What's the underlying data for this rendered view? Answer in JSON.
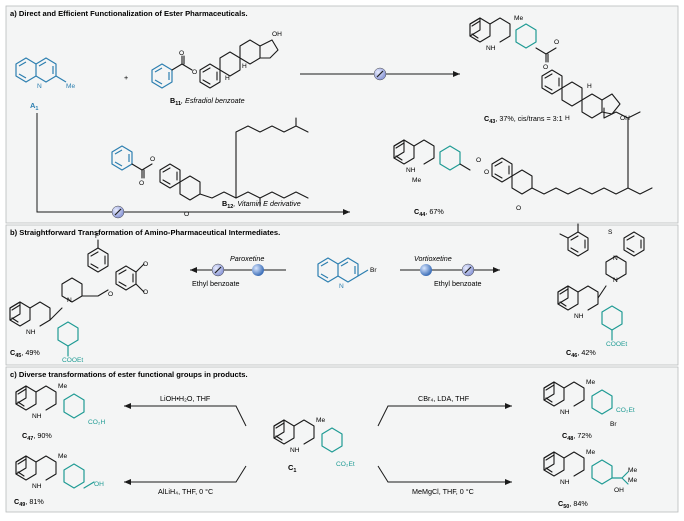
{
  "colors": {
    "teal": "#1f9b94",
    "blue": "#2d7fb0",
    "panel": "#f4f5f5",
    "border": "#b9bcbd",
    "catalyst": "#9da8de",
    "sphere": "#5b8fd0"
  },
  "panels": {
    "a_title": "a) Direct and Efficient Functionalization of Ester Pharmaceuticals.",
    "b_title": "b) Straightforward Transformation of Amino-Pharmaceutical Intermediates.",
    "c_title": "c) Diverse transformations of ester functional groups in products."
  },
  "compounds": {
    "a1": {
      "label": "A",
      "sub": "1"
    },
    "b11": {
      "label": "B",
      "sub": "11",
      "desc": ", Esfradiol benzoate"
    },
    "b12": {
      "label": "B",
      "sub": "12",
      "desc": ", Vitamin E derivative"
    },
    "c43": {
      "label": "C",
      "sub": "43",
      "desc": ", 37%, cis/trans = 3:1"
    },
    "c44": {
      "label": "C",
      "sub": "44",
      "desc": ", 67%"
    },
    "c45": {
      "label": "C",
      "sub": "45",
      "desc": ", 49%"
    },
    "c46": {
      "label": "C",
      "sub": "46",
      "desc": ", 42%"
    },
    "c1": {
      "label": "C",
      "sub": "1"
    },
    "c47": {
      "label": "C",
      "sub": "47",
      "desc": ", 90%"
    },
    "c48": {
      "label": "C",
      "sub": "48",
      "desc": ", 72%"
    },
    "c49": {
      "label": "C",
      "sub": "49",
      "desc": ", 81%"
    },
    "c50": {
      "label": "C",
      "sub": "50",
      "desc": ", 84%"
    }
  },
  "atoms": {
    "N": "N",
    "NH": "NH",
    "H": "H",
    "Me": "Me",
    "O": "O",
    "OH": "OH",
    "F": "F",
    "S": "S",
    "Br": "Br",
    "CO2H": "CO₂H",
    "CO2Et": "CO₂Et",
    "COOEt": "COOEt",
    "plus": "+"
  },
  "conditions": {
    "b_left_top": "Paroxetine",
    "b_left_bottom": "Ethyl benzoate",
    "b_right_top": "Vortioxetine",
    "b_right_bottom": "Ethyl benzoate",
    "c_lioh": "LiOH•H₂O, THF",
    "c_cbr4": "CBr₄, LDA, THF",
    "c_allh": "AlLiH₄, THF, 0 °C",
    "c_memg": "MeMgCl, THF, 0 °C"
  }
}
